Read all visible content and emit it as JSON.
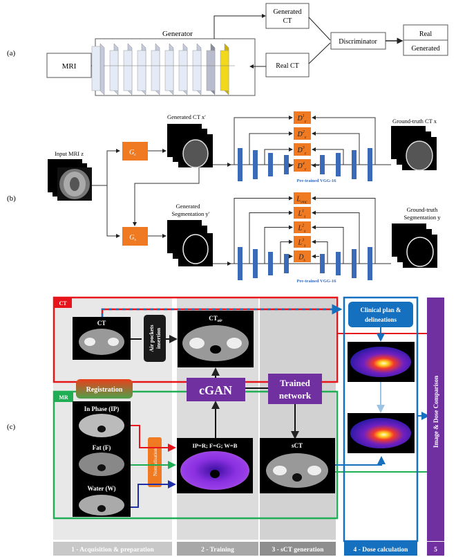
{
  "panel_a": {
    "label": "(a)",
    "mri": "MRI",
    "generator": "Generator",
    "generated_ct_line1": "Generated",
    "generated_ct_line2": "CT",
    "real_ct": "Real CT",
    "discriminator": "Discriminator",
    "output_real": "Real",
    "output_generated": "Generated",
    "layer_count": 10
  },
  "panel_b": {
    "label": "(b)",
    "input_mri": "Input MRI z",
    "gen_ct_label": "Generated CT x′",
    "gt_ct_label": "Ground-truth CT x",
    "gen_seg_line1": "Generated",
    "gen_seg_line2": "Segmentation y′",
    "gt_seg_line1": "Ground-truth",
    "gt_seg_line2": "Segmentation y",
    "gc": "G",
    "gc_sub": "c",
    "gs": "G",
    "gs_sub": "s",
    "vgg_top": "Pre-trained VGG-16",
    "vgg_bottom": "Pre-trained VGG-16",
    "top_blocks": [
      {
        "main": "D",
        "sub": "c",
        "sup": "1"
      },
      {
        "main": "D",
        "sub": "c",
        "sup": "2"
      },
      {
        "main": "D",
        "sub": "c",
        "sup": "3"
      },
      {
        "main": "D",
        "sub": "c",
        "sup": "4"
      }
    ],
    "bottom_blocks": [
      {
        "main": "L",
        "sub": "vmc",
        "sup": ""
      },
      {
        "main": "L",
        "sub": "s",
        "sup": "1"
      },
      {
        "main": "L",
        "sub": "s",
        "sup": "2"
      },
      {
        "main": "L",
        "sub": "s",
        "sup": "3"
      },
      {
        "main": "D",
        "sub": "s",
        "sup": ""
      }
    ]
  },
  "panel_c": {
    "label": "(c)",
    "ct_tag": "CT",
    "mr_tag": "MR",
    "ct_image_label": "CT",
    "air_pockets_line1": "Air pockets",
    "air_pockets_line2": "insertion",
    "ct_air_label": "CT",
    "ct_air_sub": "air",
    "registration": "Registration",
    "cgan": "cGAN",
    "trained_line1": "Trained",
    "trained_line2": "network",
    "in_phase": "In Phase (IP)",
    "fat": "Fat (F)",
    "water": "Water (W)",
    "normalisation": "Normalisation",
    "fused_label": "IP=R; F=G; W=B",
    "sct_label": "sCT",
    "clinical_line1": "Clinical plan &",
    "clinical_line2": "delineations",
    "comparison": "Image & Dose Comparison",
    "stages": [
      {
        "label": "1 - Acquisition & preparation",
        "color": "#c8c8c8"
      },
      {
        "label": "2 - Training",
        "color": "#a8a8a8"
      },
      {
        "label": "3 - sCT generation",
        "color": "#8e8e8e"
      },
      {
        "label": "4 - Dose calculation",
        "color": "#1670c0"
      },
      {
        "label": "5",
        "color": "#7030a0"
      }
    ],
    "colors": {
      "ct_red": "#e8141c",
      "mr_green": "#1fae54",
      "blue": "#1670c0",
      "purple": "#7030a0",
      "orange": "#f07a22"
    }
  }
}
